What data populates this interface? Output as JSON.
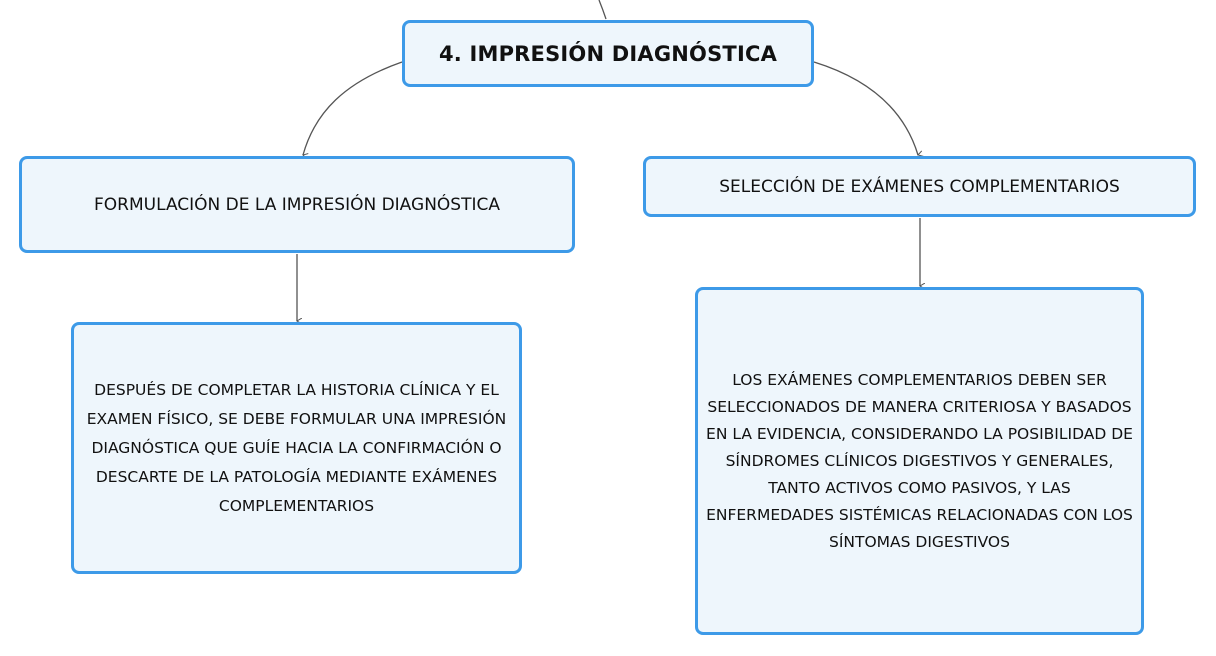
{
  "colors": {
    "node_border": "#3d9ae8",
    "node_fill": "#eef6fc",
    "connector": "#555555",
    "text": "#111111"
  },
  "root": {
    "label": "4. IMPRESIÓN DIAGNÓSTICA"
  },
  "branches": [
    {
      "label": "FORMULACIÓN DE LA IMPRESIÓN DIAGNÓSTICA",
      "detail": "DESPUÉS DE COMPLETAR LA HISTORIA CLÍNICA Y EL EXAMEN FÍSICO, SE DEBE FORMULAR UNA IMPRESIÓN DIAGNÓSTICA QUE GUÍE HACIA LA CONFIRMACIÓN O DESCARTE DE LA PATOLOGÍA MEDIANTE EXÁMENES COMPLEMENTARIOS"
    },
    {
      "label": "SELECCIÓN DE EXÁMENES COMPLEMENTARIOS",
      "detail": "LOS EXÁMENES COMPLEMENTARIOS DEBEN SER SELECCIONADOS DE MANERA CRITERIOSA Y BASADOS EN LA EVIDENCIA, CONSIDERANDO LA POSIBILIDAD DE SÍNDROMES CLÍNICOS DIGESTIVOS Y GENERALES, TANTO ACTIVOS COMO PASIVOS, Y LAS ENFERMEDADES SISTÉMICAS RELACIONADAS CON LOS SÍNTOMAS DIGESTIVOS"
    }
  ]
}
